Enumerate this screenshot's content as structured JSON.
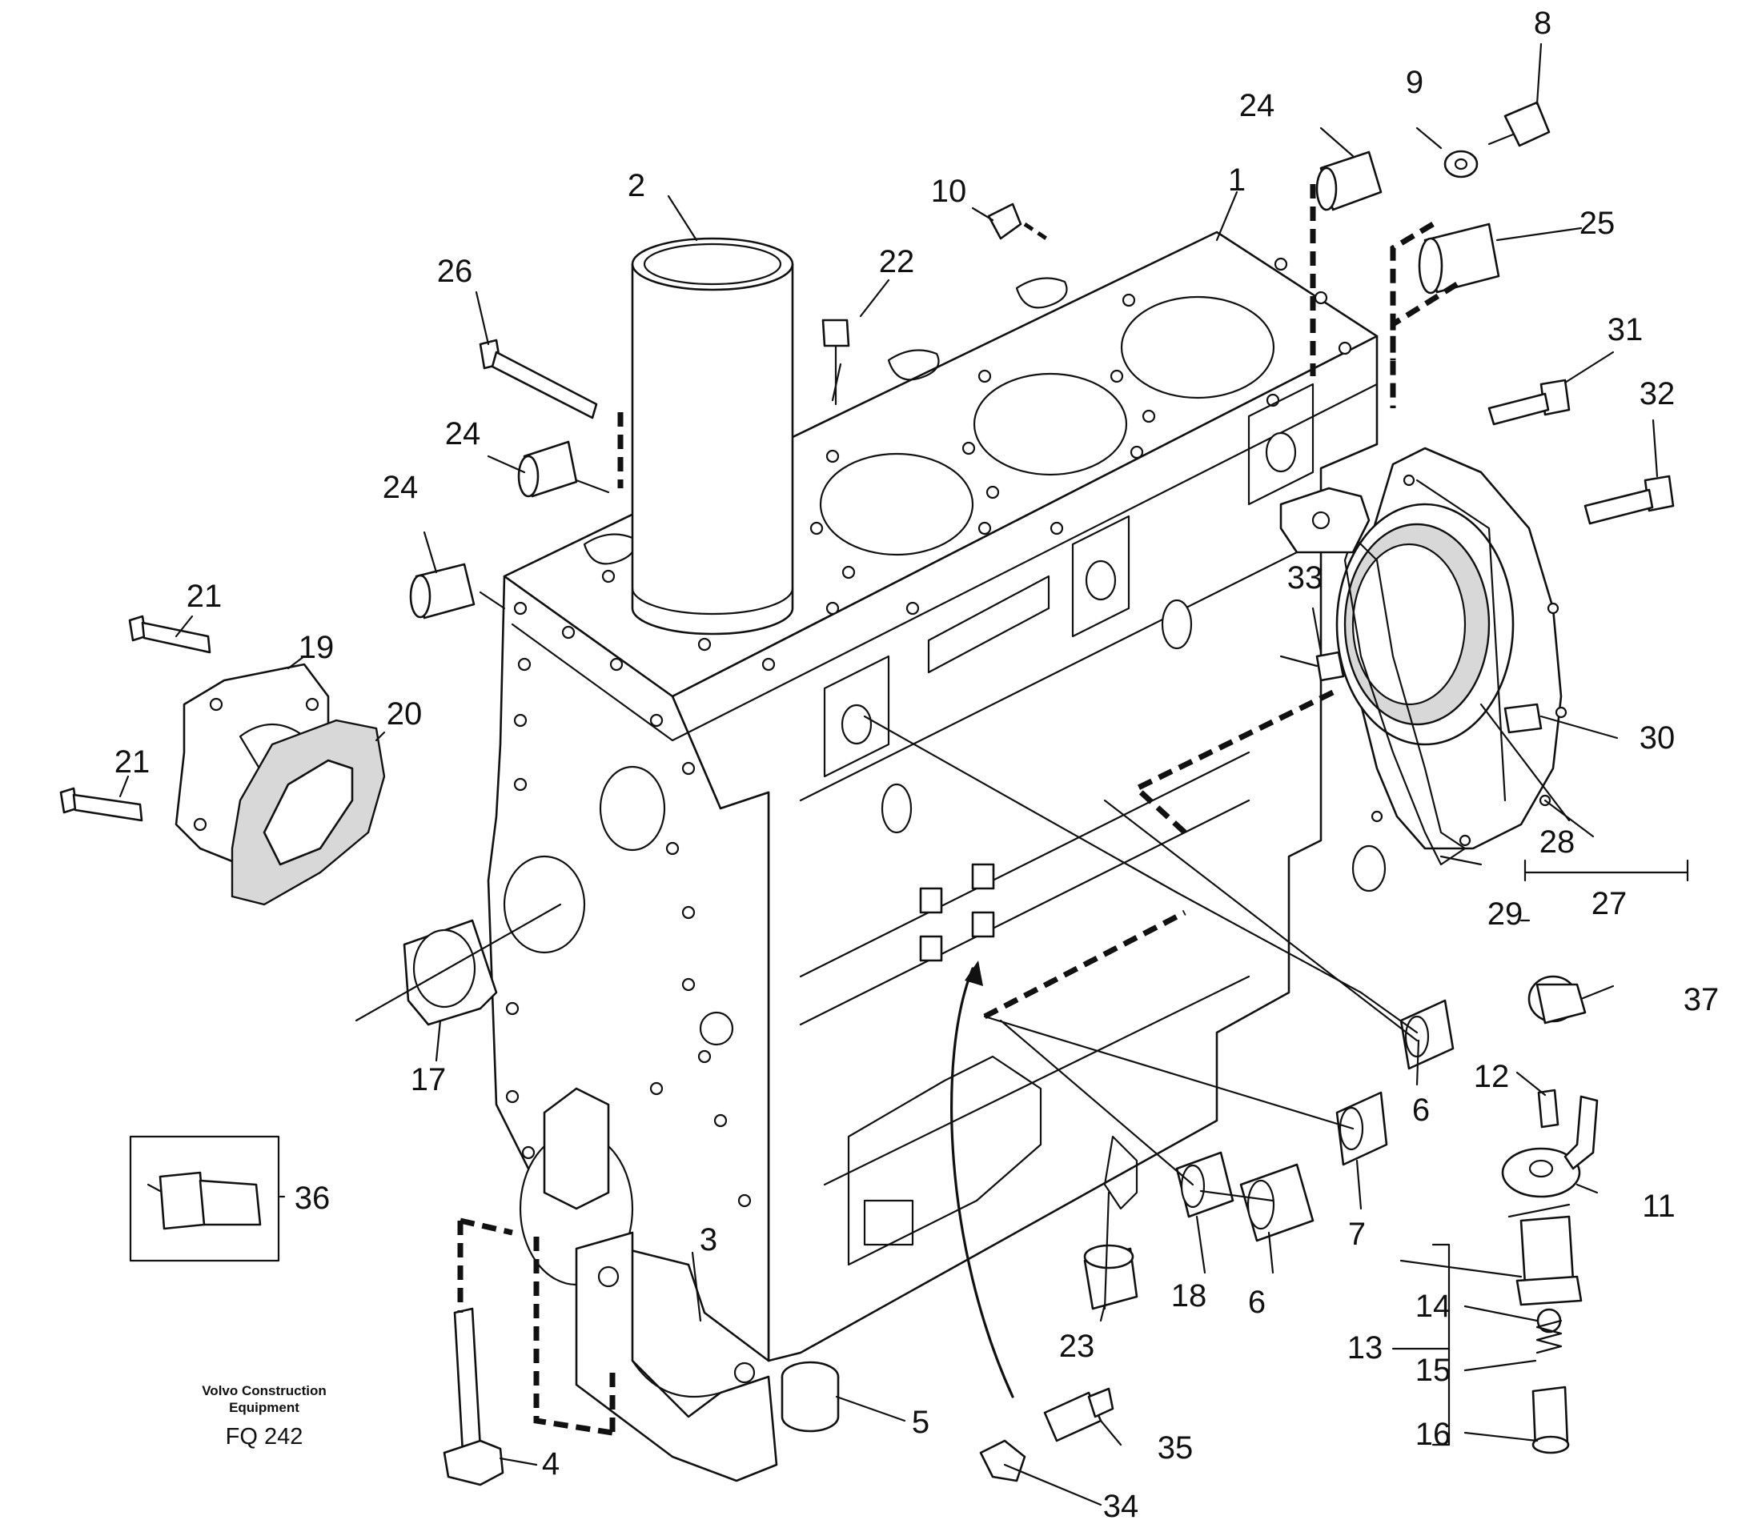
{
  "callouts": [
    "1",
    "2",
    "3",
    "4",
    "5",
    "6",
    "6",
    "7",
    "8",
    "9",
    "10",
    "11",
    "12",
    "13",
    "14",
    "15",
    "16",
    "17",
    "18",
    "19",
    "20",
    "21",
    "21",
    "22",
    "23",
    "24",
    "24",
    "24",
    "25",
    "26",
    "27",
    "28",
    "29",
    "30",
    "31",
    "32",
    "33",
    "34",
    "35",
    "36",
    "37"
  ],
  "credit": {
    "line1": "Volvo Construction",
    "line2": "Equipment",
    "figure_code": "FQ 242"
  }
}
